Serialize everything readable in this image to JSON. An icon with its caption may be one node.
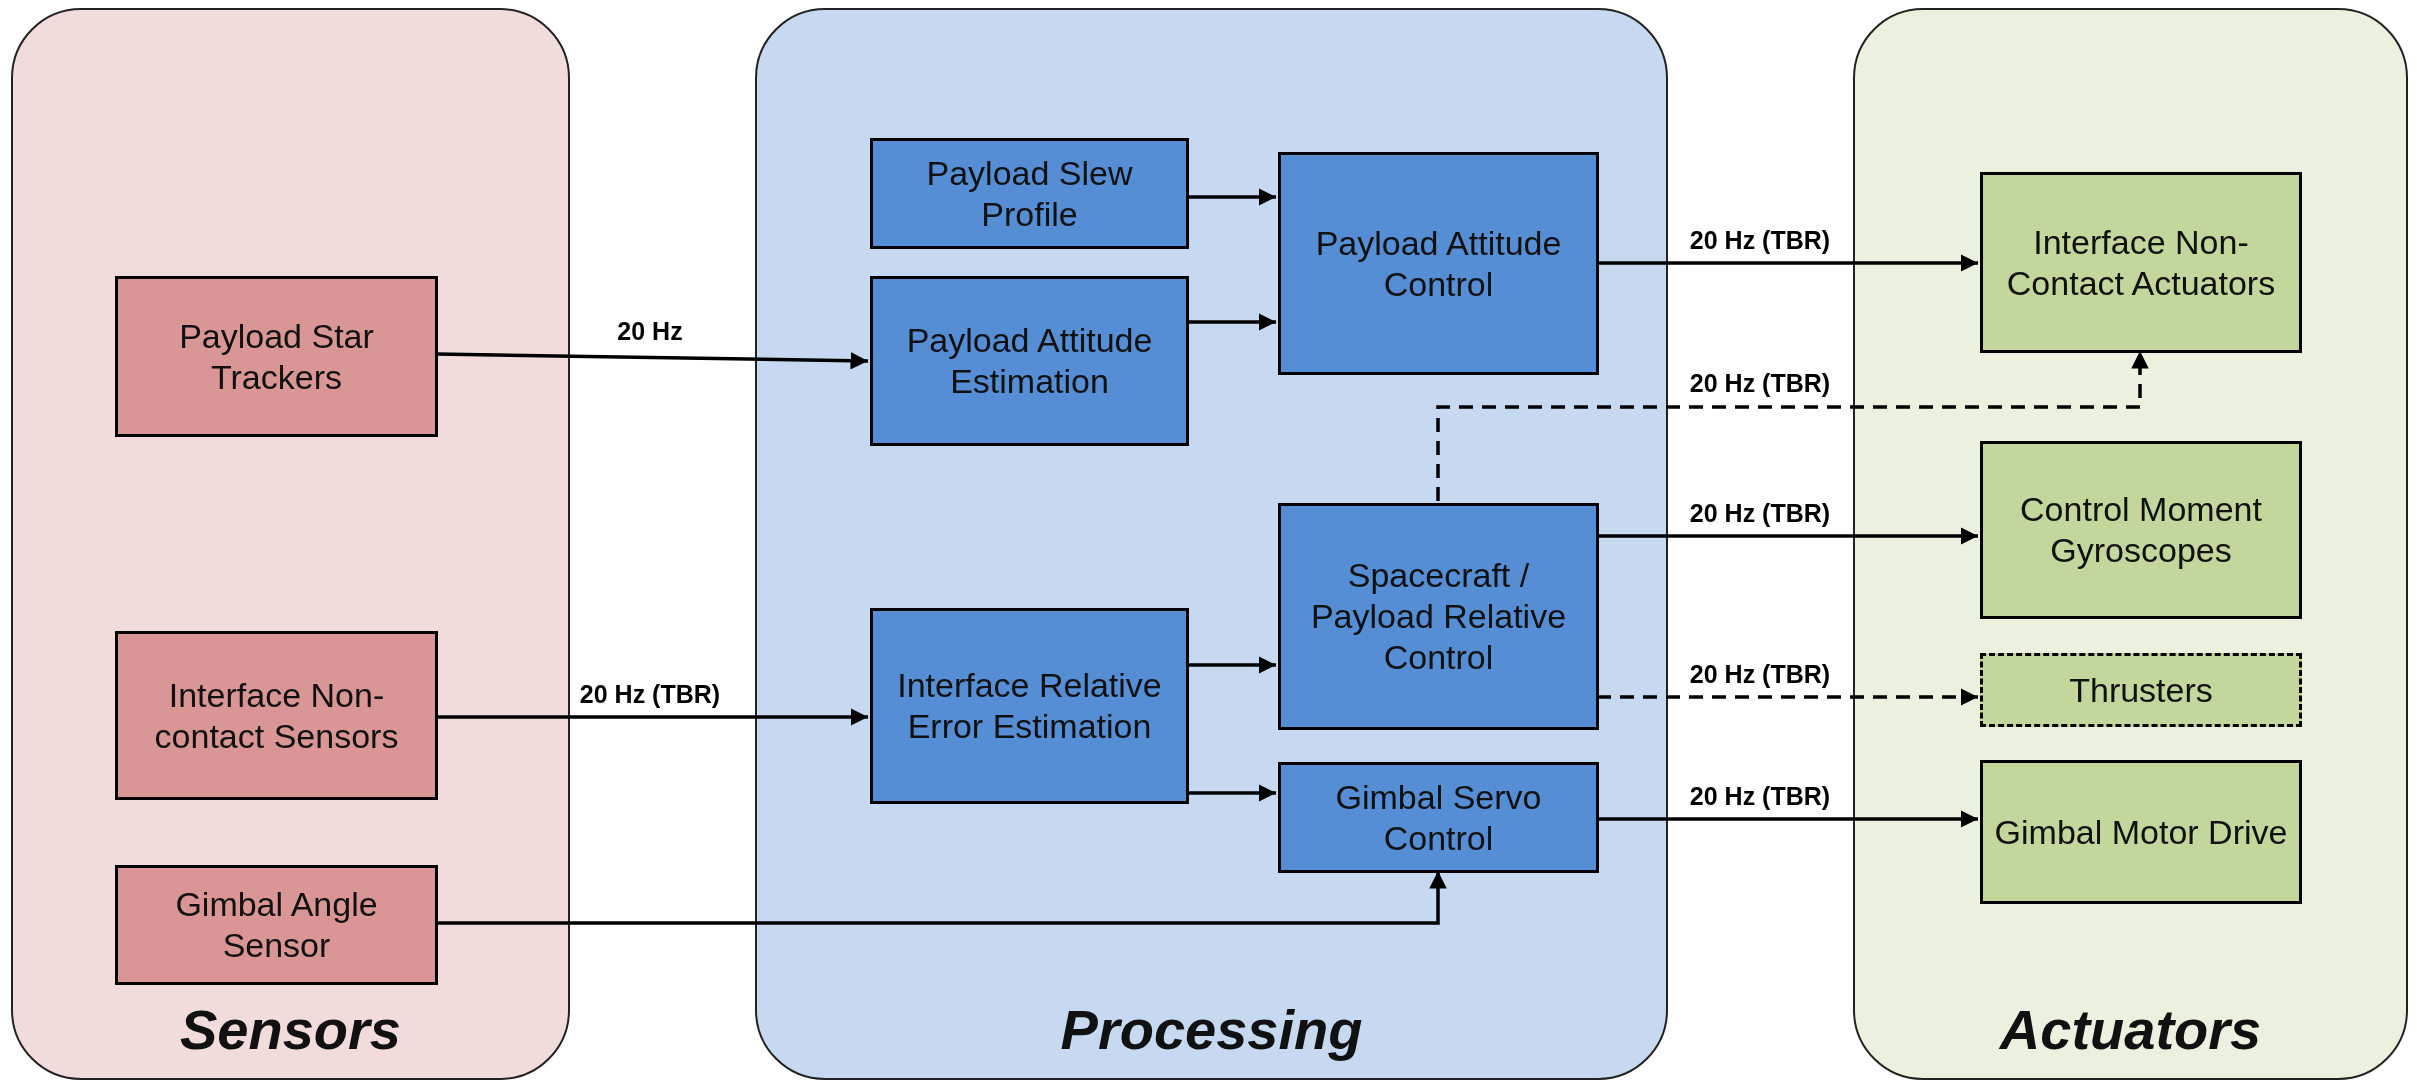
{
  "diagram": {
    "nodes": [
      {
        "text": [
          "Sensors"
        ]
      },
      {
        "text": [
          "Payload Star Trackers"
        ],
        "in": 0
      },
      {
        "text": [
          "Interface Non-contact Sensors"
        ],
        "in": 0
      },
      {
        "text": [
          "Gimbal Angle Sensor"
        ],
        "in": 0
      },
      {
        "text": [
          "Processing"
        ]
      },
      {
        "text": [
          "Payload Slew Profile"
        ],
        "in": 4
      },
      {
        "text": [
          "Payload Attitude Estimation"
        ],
        "in": 4
      },
      {
        "text": [
          "Payload Attitude Control"
        ],
        "in": 4
      },
      {
        "text": [
          "Spacecraft / Payload Relative Control"
        ],
        "in": 4
      },
      {
        "text": [
          "Interface Relative Error Estimation"
        ],
        "in": 4
      },
      {
        "text": [
          "Gimbal Servo Control"
        ],
        "in": 4
      },
      {
        "text": [
          "Actuators"
        ]
      },
      {
        "text": [
          "Interface Non-Contact Actuators"
        ],
        "in": 11
      },
      {
        "text": [
          "Control Moment Gyroscopes"
        ],
        "in": 11
      },
      {
        "text": [
          "Thrusters"
        ],
        "in": 11
      },
      {
        "text": [
          "Gimbal Motor Drive"
        ],
        "in": 11
      }
    ],
    "edges": [
      {
        "from": 1,
        "to": 6,
        "arrow": "to",
        "label": "20 Hz"
      },
      {
        "from": 5,
        "to": 7,
        "arrow": "to"
      },
      {
        "from": 6,
        "to": 7,
        "arrow": "to"
      },
      {
        "from": 7,
        "to": 12,
        "arrow": "to",
        "label": "20 Hz (TBR)"
      },
      {
        "from": 8,
        "to": 12,
        "arrow": "to",
        "label": "20 Hz (TBR)",
        "style": "dashed"
      },
      {
        "from": 8,
        "to": 13,
        "arrow": "to",
        "label": "20 Hz (TBR)"
      },
      {
        "from": 8,
        "to": 14,
        "arrow": "to",
        "label": "20 Hz (TBR)",
        "style": "dashed"
      },
      {
        "from": 2,
        "to": 9,
        "arrow": "to",
        "label": "20 Hz (TBR)"
      },
      {
        "from": 9,
        "to": 8,
        "arrow": "to"
      },
      {
        "from": 9,
        "to": 10,
        "arrow": "to"
      },
      {
        "from": 3,
        "to": 10,
        "arrow": "to"
      },
      {
        "from": 10,
        "to": 15,
        "arrow": "to",
        "label": "20 Hz (TBR)"
      }
    ]
  }
}
